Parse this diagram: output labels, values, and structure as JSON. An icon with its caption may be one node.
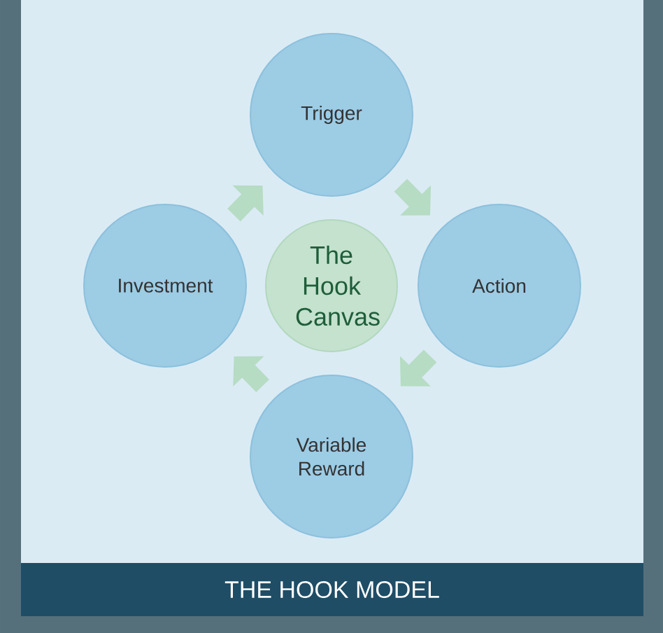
{
  "diagram": {
    "title": "THE HOOK MODEL",
    "nodes": [
      {
        "text": [
          "Trigger"
        ]
      },
      {
        "text": [
          "Action"
        ]
      },
      {
        "text": [
          "Variable Reward"
        ]
      },
      {
        "text": [
          "Investment"
        ]
      },
      {
        "text": [
          "The Hook Canvas"
        ]
      }
    ],
    "edges": [
      {
        "from": 0,
        "to": 1,
        "arrow": "to"
      },
      {
        "from": 1,
        "to": 2,
        "arrow": "to"
      },
      {
        "from": 2,
        "to": 3,
        "arrow": "to"
      },
      {
        "from": 3,
        "to": 0,
        "arrow": "to"
      }
    ]
  }
}
